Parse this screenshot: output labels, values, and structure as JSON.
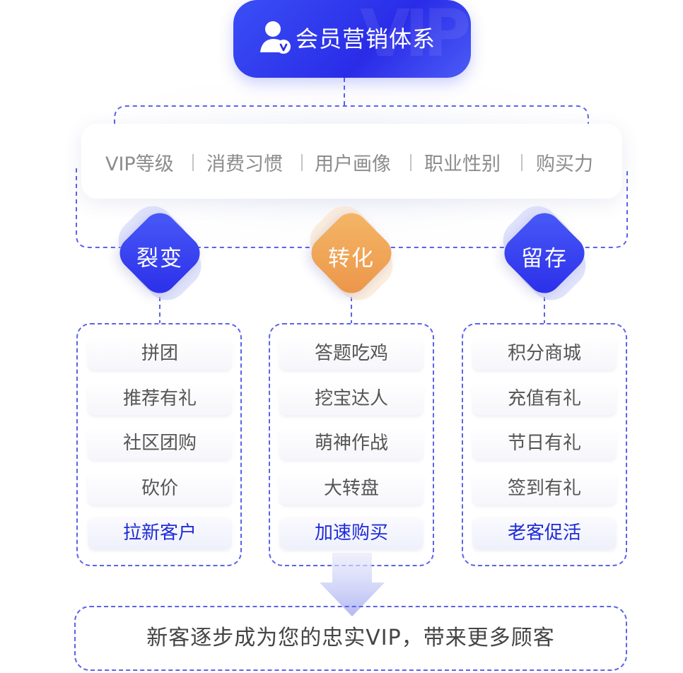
{
  "header": {
    "title": "会员营销体系",
    "icon": "vip-user-icon",
    "watermark": "VIP"
  },
  "tags": [
    "VIP等级",
    "消费习惯",
    "用户画像",
    "职业性别",
    "购买力"
  ],
  "columns": [
    {
      "title": "裂变",
      "color": "blue",
      "items": [
        "拼团",
        "推荐有礼",
        "社区团购",
        "砍价",
        "拉新客户"
      ]
    },
    {
      "title": "转化",
      "color": "orange",
      "items": [
        "答题吃鸡",
        "挖宝达人",
        "萌神作战",
        "大转盘",
        "加速购买"
      ]
    },
    {
      "title": "留存",
      "color": "blue",
      "items": [
        "积分商城",
        "充值有礼",
        "节日有礼",
        "签到有礼",
        "老客促活"
      ]
    }
  ],
  "footer": {
    "text": "新客逐步成为您的忠实VIP，带来更多顾客"
  },
  "colors": {
    "primary": "#2a2ce8",
    "accent_orange": "#f0a04f",
    "dash": "#5a64e8",
    "highlight_text": "#1f2bd8"
  }
}
